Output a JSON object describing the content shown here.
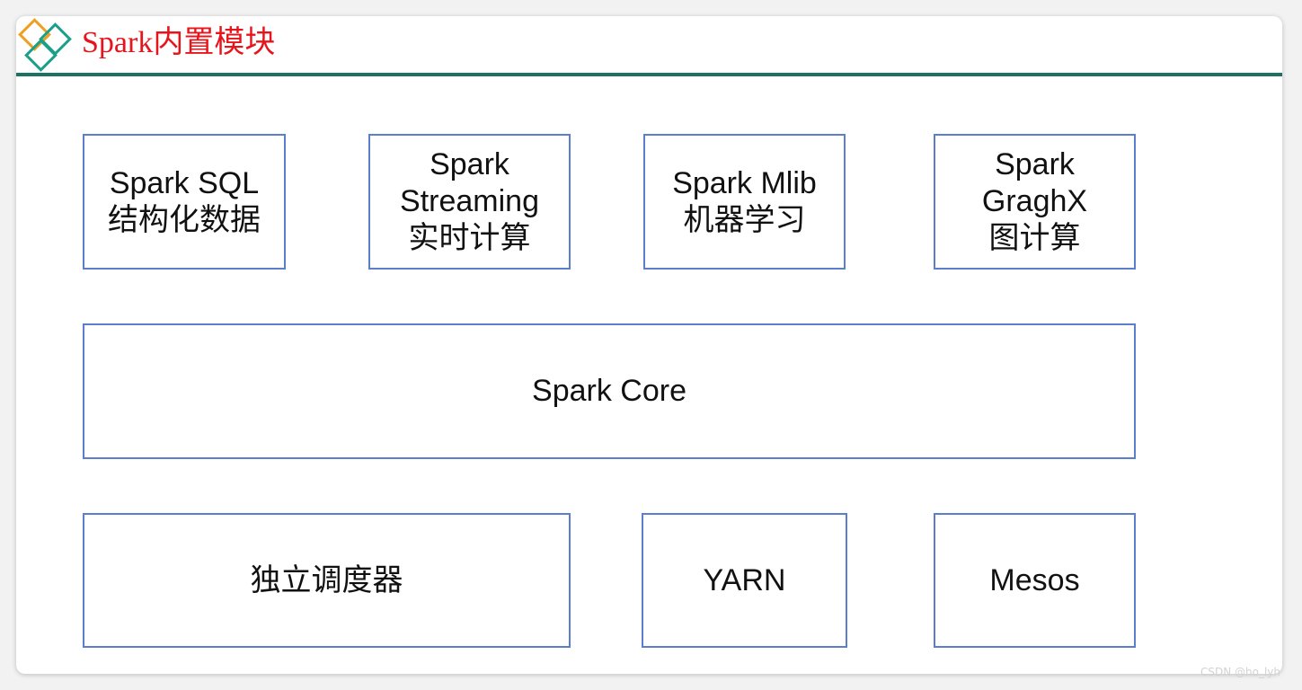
{
  "slide": {
    "title": "Spark内置模块"
  },
  "modules": {
    "sql": "Spark SQL\n结构化数据",
    "streaming": "Spark\nStreaming\n实时计算",
    "mlib": "Spark Mlib\n机器学习",
    "graphx": "Spark\nGraghX\n图计算"
  },
  "core": "Spark Core",
  "schedulers": {
    "standalone": "独立调度器",
    "yarn": "YARN",
    "mesos": "Mesos"
  },
  "watermark": "CSDN @ho_lyh",
  "colors": {
    "title": "#e8141c",
    "rule": "#1a7262",
    "box_border": "#5b7fcc",
    "logo_orange": "#f0a020",
    "logo_teal": "#1aa088"
  }
}
